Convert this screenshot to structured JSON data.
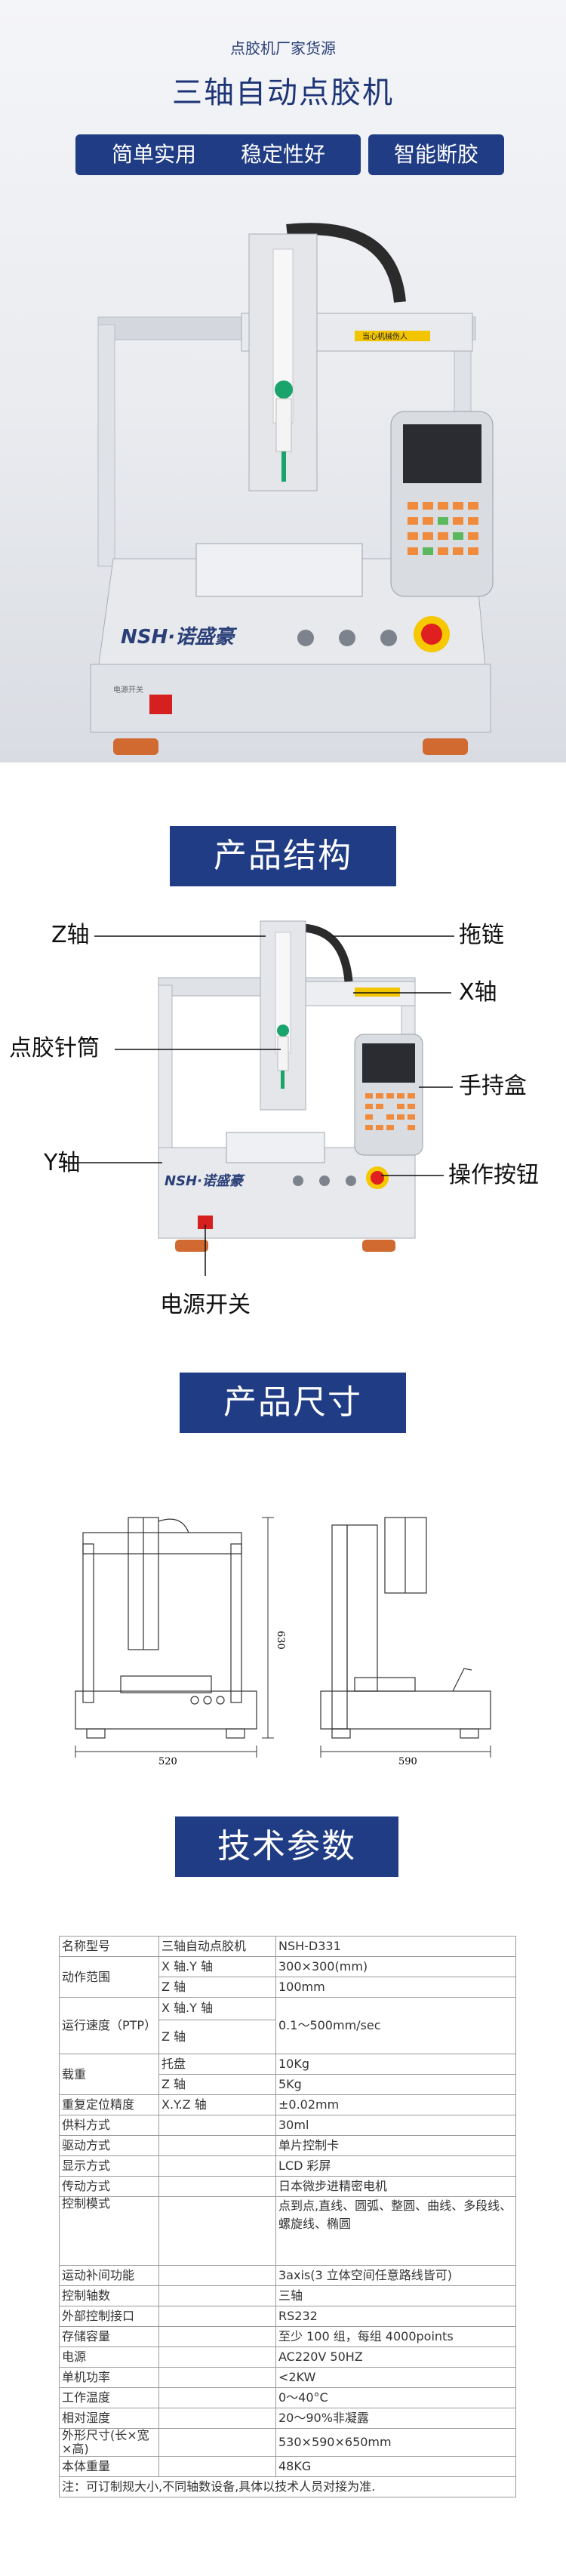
{
  "hero": {
    "subtitle": "点胶机厂家货源",
    "title": "三轴自动点胶机",
    "features": [
      "简单实用",
      "稳定性好",
      "智能断胶"
    ],
    "brand": "NSH·诺盛豪",
    "warning_text": "当心机械伤人",
    "switch_label": "电源开关"
  },
  "structure": {
    "heading": "产品结构",
    "brand": "NSH·诺盛豪",
    "labels": {
      "z_axis": "Z轴",
      "drag_chain": "拖链",
      "x_axis": "X轴",
      "needle": "点胶针筒",
      "handheld": "手持盒",
      "y_axis": "Y轴",
      "button": "操作按钮",
      "power": "电源开关"
    }
  },
  "dimensions": {
    "heading": "产品尺寸",
    "front_width": "520",
    "height": "630",
    "side_width": "590"
  },
  "specs": {
    "heading": "技术参数",
    "rows": [
      [
        "名称型号",
        "三轴自动点胶机",
        "NSH-D331"
      ],
      [
        "动作范围",
        "X 轴.Y 轴",
        "300×300(mm)"
      ],
      [
        "",
        "Z 轴",
        "100mm"
      ],
      [
        "运行速度（PTP）",
        "X 轴.Y 轴",
        "0.1～500mm/sec"
      ],
      [
        "",
        "Z 轴",
        ""
      ],
      [
        "载重",
        "托盘",
        "10Kg"
      ],
      [
        "",
        "Z 轴",
        "5Kg"
      ],
      [
        "重复定位精度",
        "X.Y.Z 轴",
        "±0.02mm"
      ],
      [
        "供料方式",
        "",
        "30ml"
      ],
      [
        "驱动方式",
        "",
        "单片控制卡"
      ],
      [
        "显示方式",
        "",
        "LCD 彩屏"
      ],
      [
        "传动方式",
        "",
        "日本微步进精密电机"
      ],
      [
        "控制模式",
        "",
        "点到点,直线、圆弧、整圆、曲线、多段线、螺旋线、椭圆"
      ],
      [
        "运动补间功能",
        "",
        "3axis(3 立体空间任意路线皆可)"
      ],
      [
        "控制轴数",
        "",
        "三轴"
      ],
      [
        "外部控制接口",
        "",
        "RS232"
      ],
      [
        "存储容量",
        "",
        "至少 100 组，每组 4000points"
      ],
      [
        "电源",
        "",
        "AC220V 50HZ"
      ],
      [
        "单机功率",
        "",
        "<2KW"
      ],
      [
        "工作温度",
        "",
        "0～40°C"
      ],
      [
        "相对湿度",
        "",
        "20～90%非凝露"
      ],
      [
        "外形尺寸(长×宽×高)",
        "",
        "530×590×650mm"
      ],
      [
        "本体重量",
        "",
        "48KG"
      ]
    ],
    "note": "注：可订制规大小,不同轴数设备,具体以技术人员对接为准."
  },
  "colors": {
    "navy": "#1f3c84",
    "title": "#1d3576",
    "green": "#1aa36a",
    "red": "#e02020",
    "keypad_orange": "#f08a3c"
  }
}
